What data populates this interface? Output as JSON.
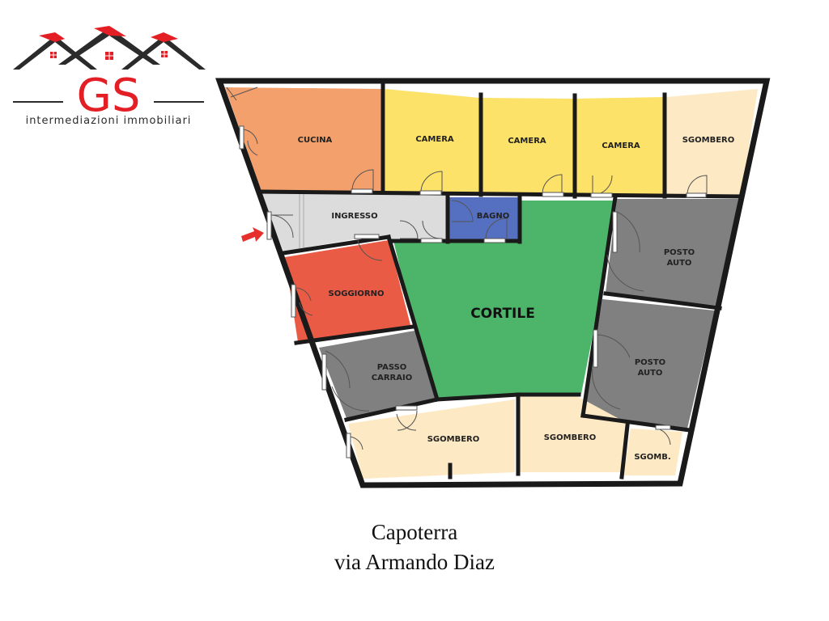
{
  "logo": {
    "initials": "GS",
    "tagline": "intermediazioni immobiliari"
  },
  "rooms": {
    "cucina": "CUCINA",
    "camera1": "CAMERA",
    "camera2": "CAMERA",
    "camera3": "CAMERA",
    "sgombero_top": "SGOMBERO",
    "ingresso": "INGRESSO",
    "bagno": "BAGNO",
    "posto_auto_1": [
      "POSTO",
      "AUTO"
    ],
    "posto_auto_2": [
      "POSTO",
      "AUTO"
    ],
    "soggiorno": "SOGGIORNO",
    "cortile": "CORTILE",
    "passo_carraio": [
      "PASSO",
      "CARRAIO"
    ],
    "sgombero_b1": "SGOMBERO",
    "sgombero_b2": "SGOMBERO",
    "sgomb_small": "SGOMB."
  },
  "caption": {
    "town": "Capoterra",
    "street": "via Armando Diaz"
  },
  "colors": {
    "logo_red": "#e31e24",
    "logo_dark": "#2b2b2b",
    "kitchen": "#f4a06c",
    "bedroom": "#fde26a",
    "storage": "#fde9c4",
    "entrance": "#dcdcdc",
    "bathroom": "#5570c0",
    "parking": "#808080",
    "living": "#ea5b45",
    "courtyard": "#4db56a",
    "carriageway": "#808080",
    "entry_arrow": "#e5302c"
  }
}
